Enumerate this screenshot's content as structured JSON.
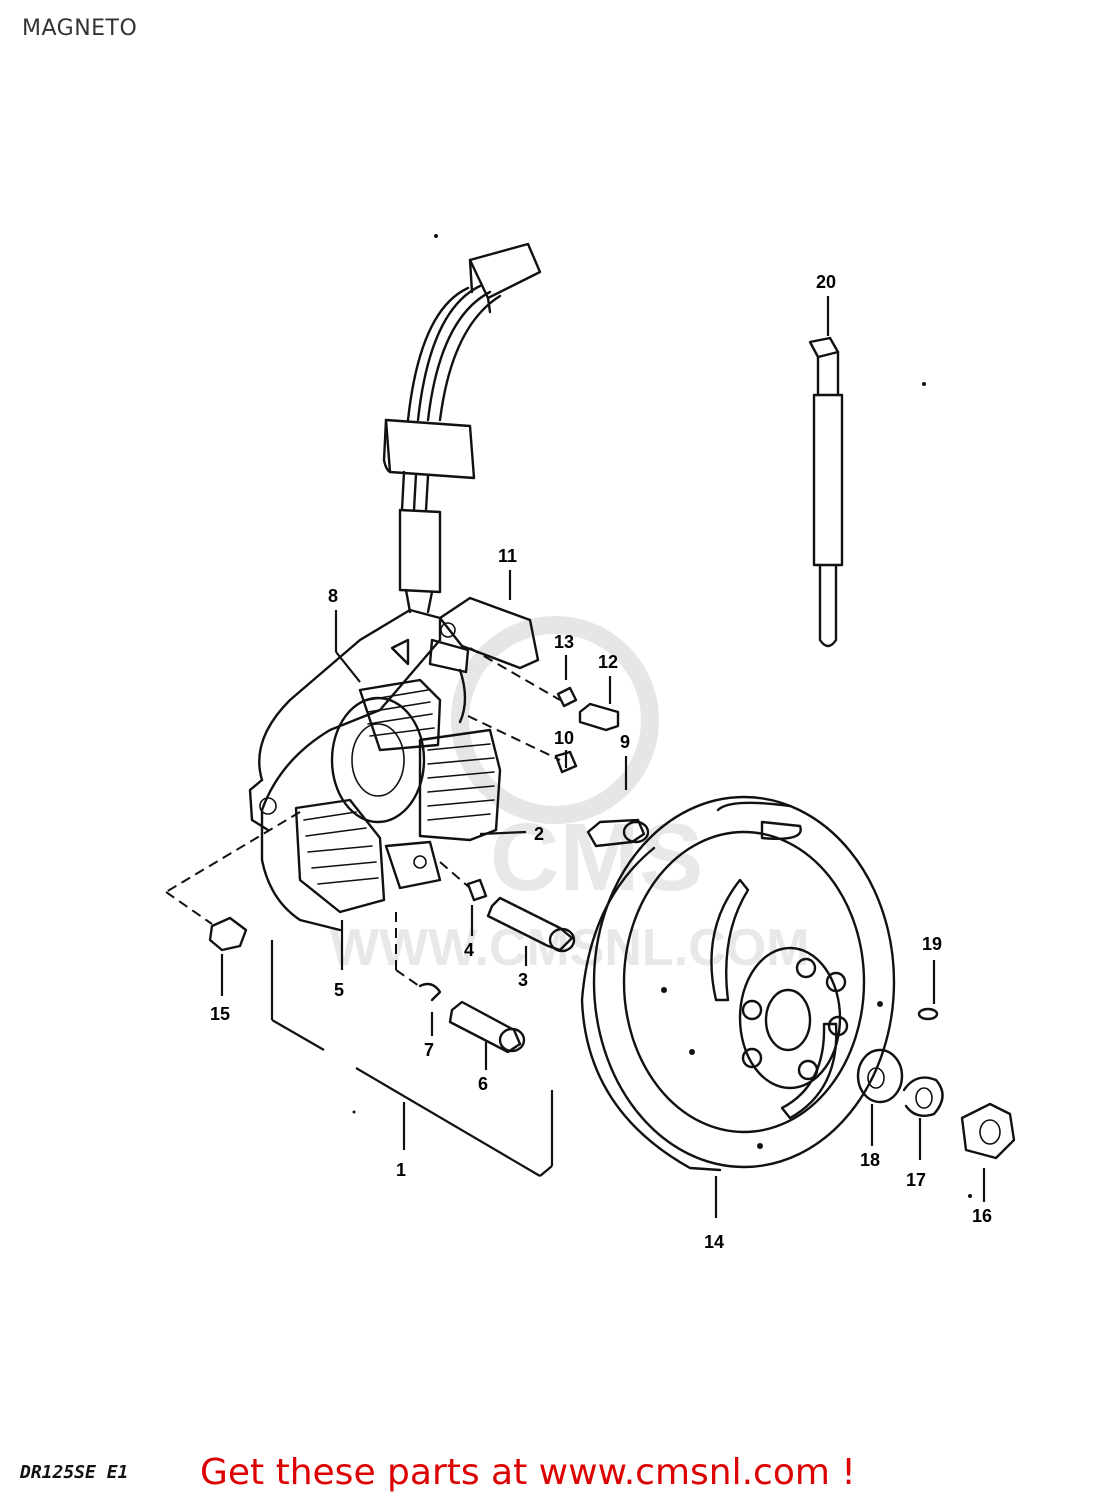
{
  "header": {
    "title": "MAGNETO"
  },
  "watermark": {
    "brand": "CMS",
    "url": "WWW.CMSNL.COM"
  },
  "callouts": [
    "1",
    "2",
    "3",
    "4",
    "5",
    "6",
    "7",
    "8",
    "9",
    "10",
    "11",
    "12",
    "13",
    "14",
    "15",
    "16",
    "17",
    "18",
    "19",
    "20"
  ],
  "footer": {
    "model_code": "DR125SE E1",
    "promo_text": "Get these parts at www.cmsnl.com !"
  },
  "colors": {
    "promo": "#dd0000",
    "ink": "#111111"
  }
}
